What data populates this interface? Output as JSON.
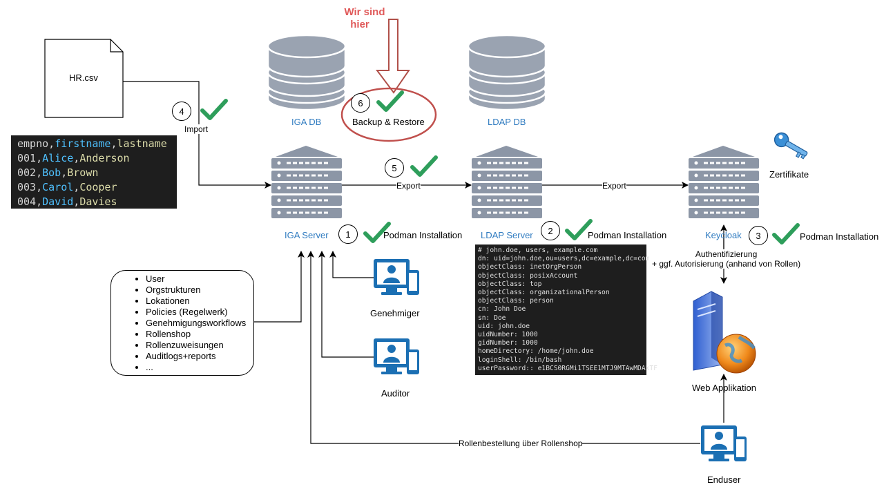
{
  "hr_file": {
    "label": "HR.csv"
  },
  "csv": {
    "lines": [
      {
        "a": "empno,",
        "b": "firstname",
        "c": ",",
        "d": "lastname"
      },
      {
        "a": "001,",
        "b": "Alice",
        "c": ",",
        "d": "Anderson"
      },
      {
        "a": "002,",
        "b": "Bob",
        "c": ",",
        "d": "Brown"
      },
      {
        "a": "003,",
        "b": "Carol",
        "c": ",",
        "d": "Cooper"
      },
      {
        "a": "004,",
        "b": "David",
        "c": ",",
        "d": "Davies"
      }
    ]
  },
  "steps": {
    "s1": "1",
    "s2": "2",
    "s3": "3",
    "s4": "4",
    "s5": "5",
    "s6": "6"
  },
  "labels": {
    "import": "Import",
    "export1": "Export",
    "export2": "Export",
    "iga_db": "IGA DB",
    "ldap_db": "LDAP DB",
    "backup": "Backup & Restore",
    "wir_line1": "Wir sind",
    "wir_line2": "hier",
    "iga_server": "IGA Server",
    "ldap_server": "LDAP Server",
    "keycloak": "Keycloak",
    "podman1": "Podman Installation",
    "podman2": "Podman Installation",
    "podman3": "Podman Installation",
    "zertifikate": "Zertifikate",
    "auth_line1": "Authentifizierung",
    "auth_line2": "+ ggf. Autorisierung (anhand von Rollen)",
    "genehmiger": "Genehmiger",
    "auditor": "Auditor",
    "web_app": "Web Applikation",
    "enduser": "Enduser",
    "rollenbestellung": "Rollenbestellung über Rollenshop"
  },
  "features": [
    "User",
    "Orgstrukturen",
    "Lokationen",
    "Policies (Regelwerk)",
    "Genehmigungsworkflows",
    "Rollenshop",
    "Rollenzuweisungen",
    "Auditlogs+reports",
    "..."
  ],
  "ldif": [
    "# john.doe, users, example.com",
    "dn: uid=john.doe,ou=users,dc=example,dc=com",
    "objectClass: inetOrgPerson",
    "objectClass: posixAccount",
    "objectClass: top",
    "objectClass: organizationalPerson",
    "objectClass: person",
    "cn: John Doe",
    "sn: Doe",
    "uid: john.doe",
    "uidNumber: 1000",
    "gidNumber: 1000",
    "homeDirectory: /home/john.doe",
    "loginShell: /bin/bash",
    "userPassword:: e1BCS0RGMi1TSEE1MTJ9MTAwMDAkTF"
  ],
  "colors": {
    "check": "#2e9e5b",
    "accent_red": "#c0504d",
    "link_blue": "#2f7bc0",
    "db_gray": "#9aa3b1",
    "server_gray": "#8c96a6",
    "user_icon": "#1b6fb3"
  }
}
